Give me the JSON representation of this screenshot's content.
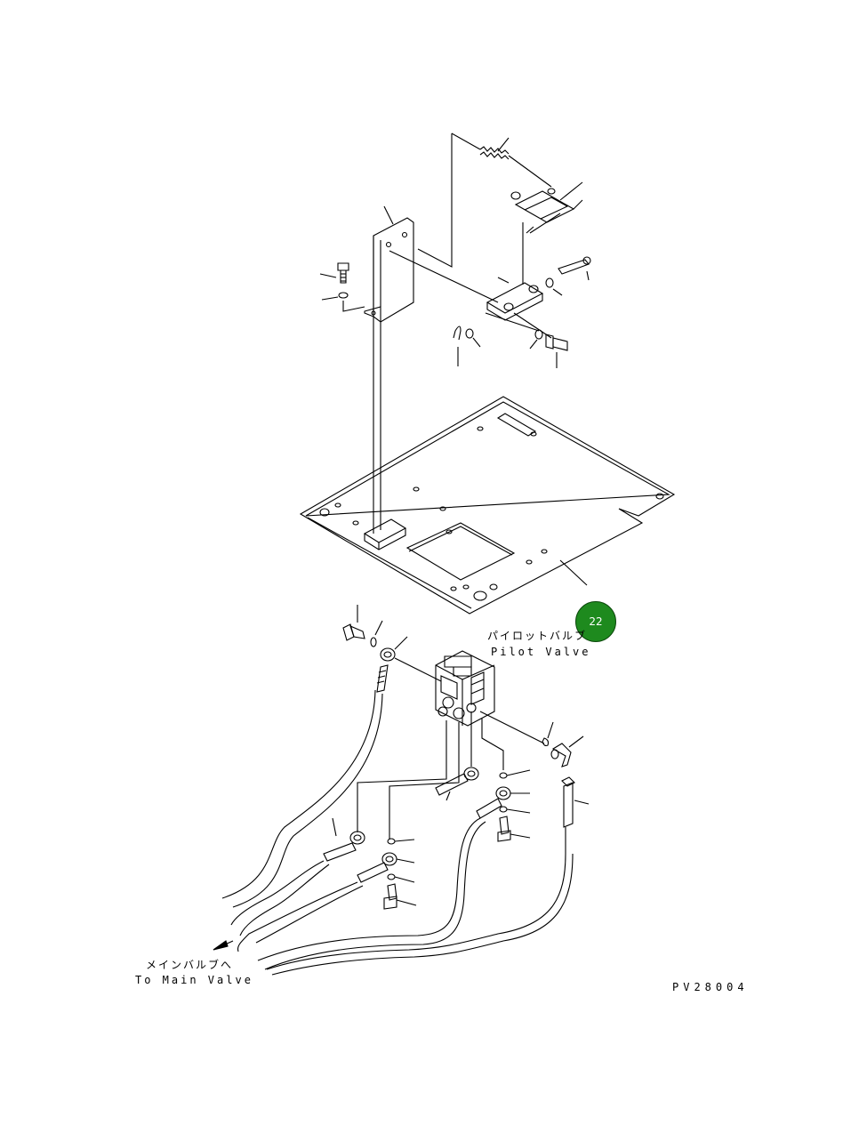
{
  "labels": {
    "pilot_valve_jp": "パイロットバルブ",
    "pilot_valve_en": "Pilot Valve",
    "to_main_valve_jp": "メインバルブへ",
    "to_main_valve_en": "To Main Valve",
    "drawing_code": "PV28004"
  },
  "callout": {
    "number": "22",
    "color": "#1e8a1e"
  }
}
